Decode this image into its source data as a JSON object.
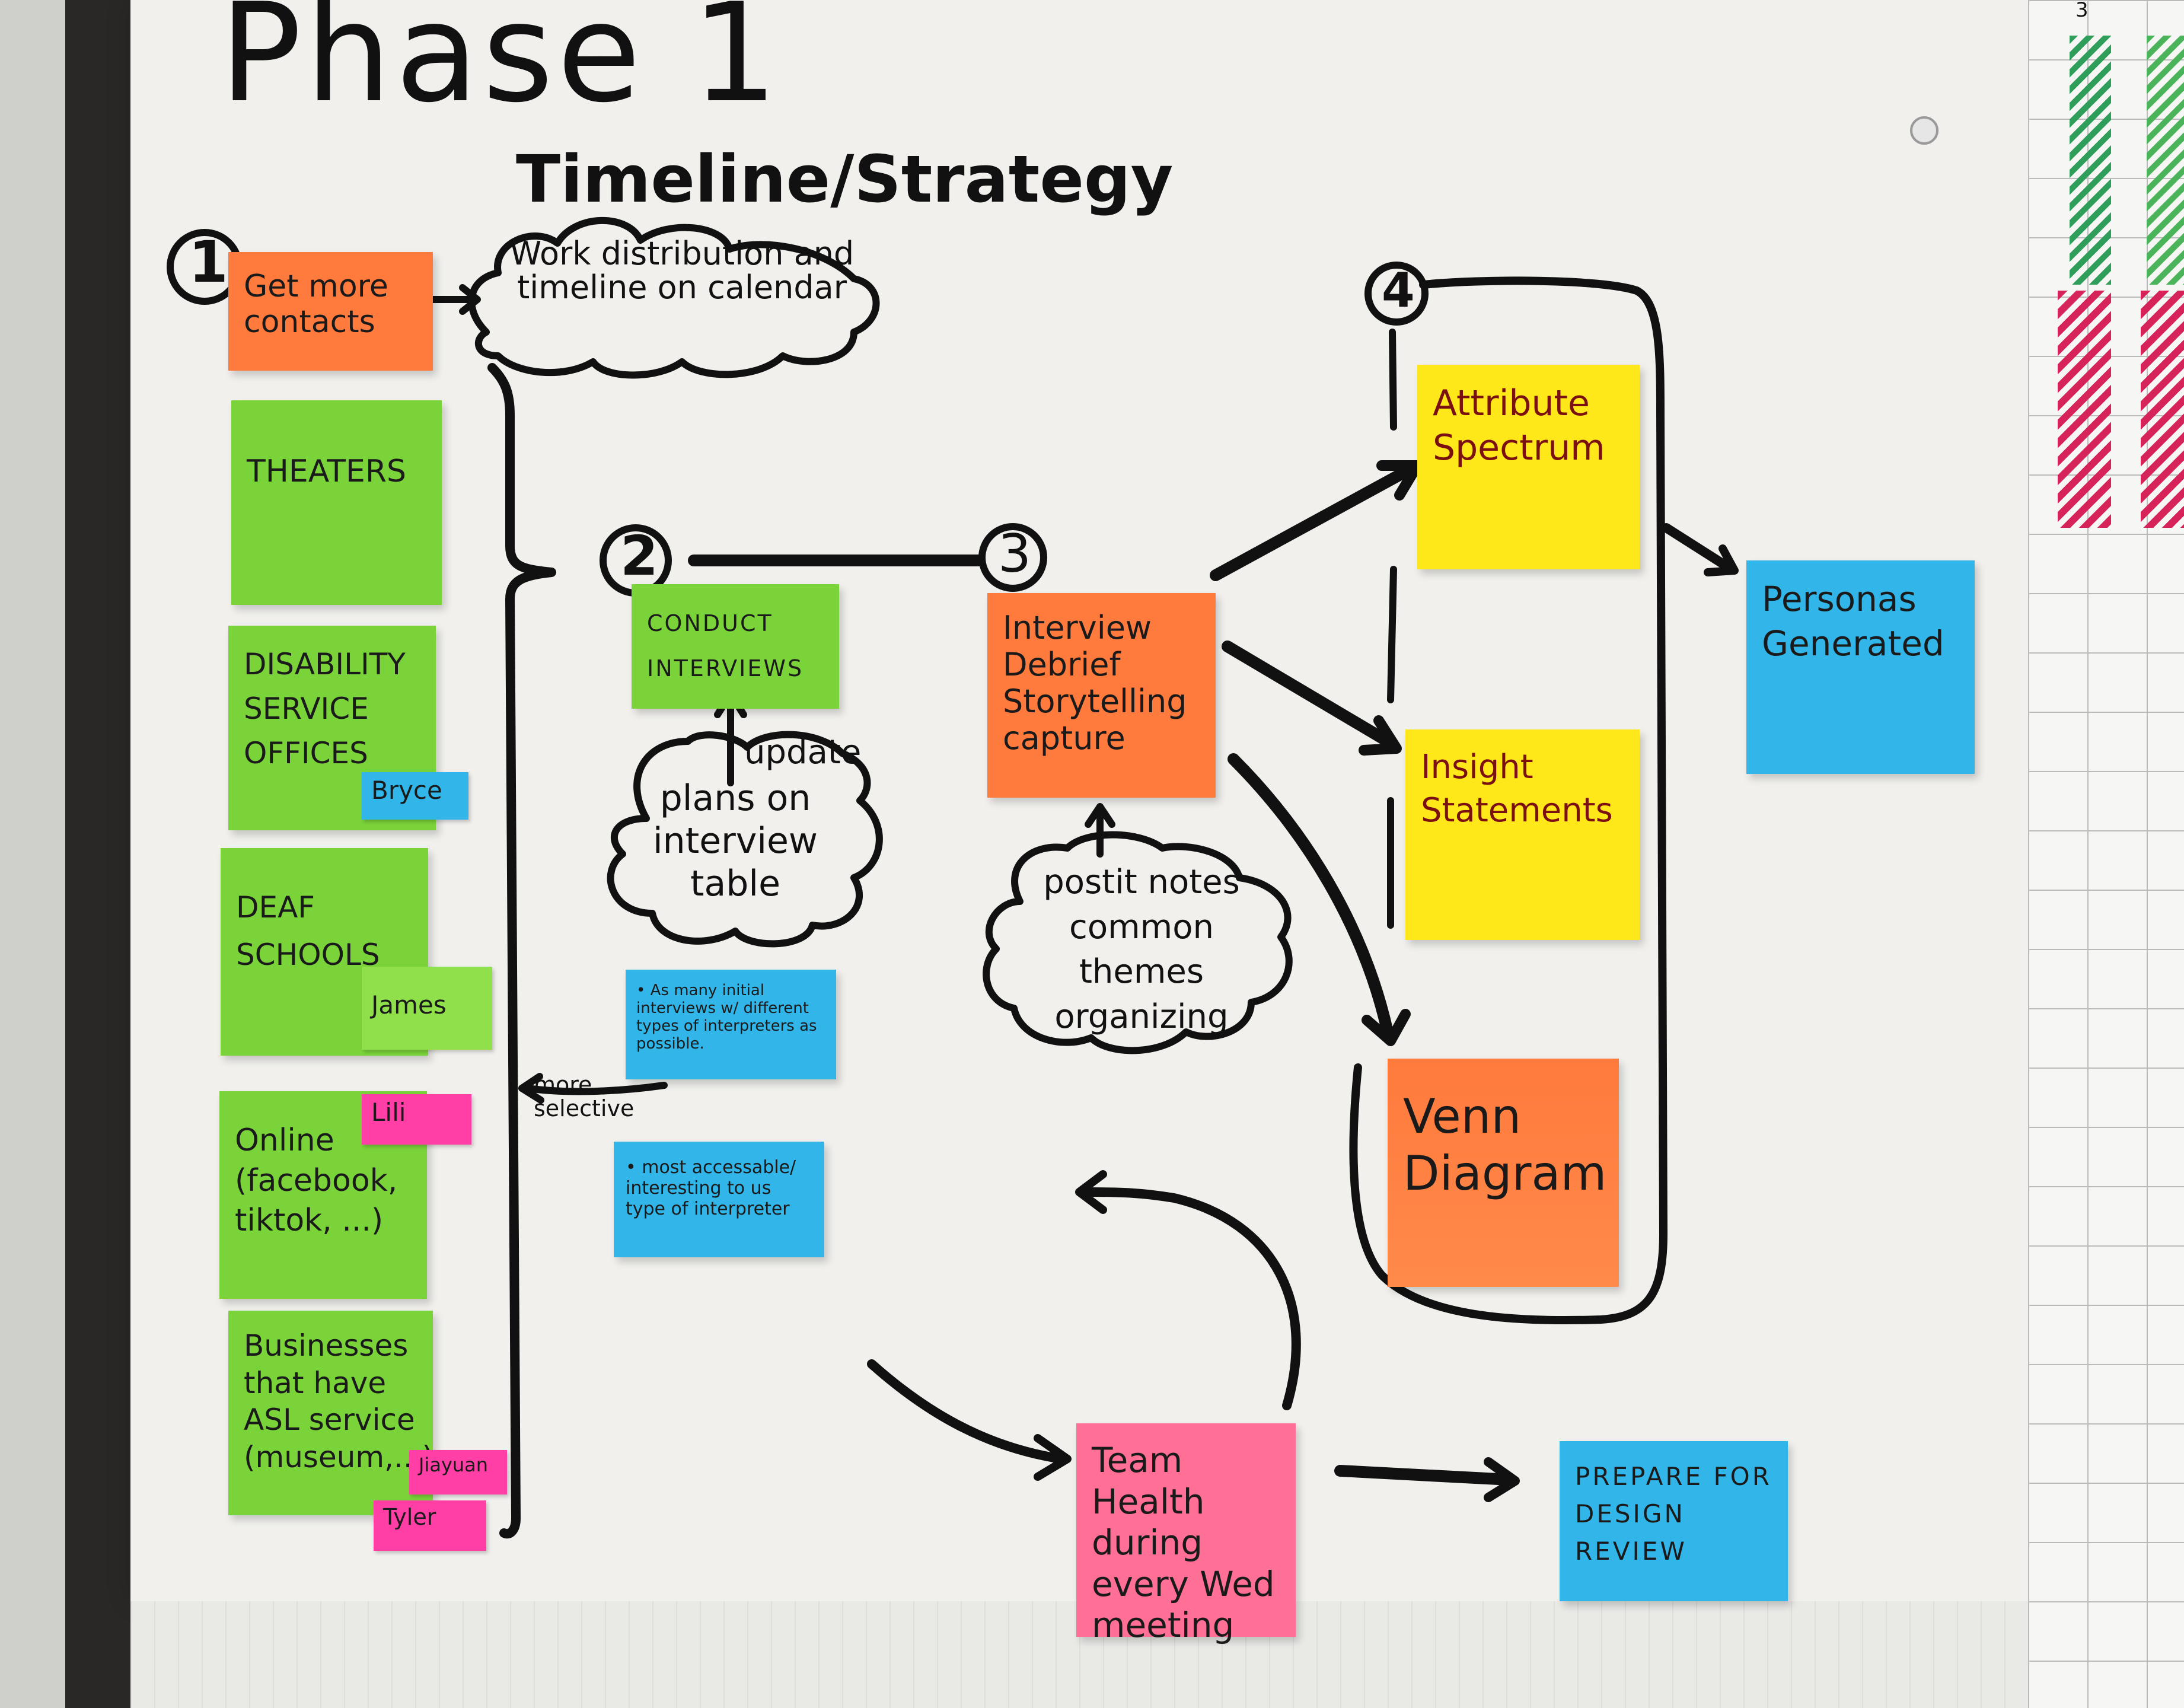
{
  "board": {
    "title": "Phase 1",
    "subtitle": "Timeline/Strategy",
    "step_numbers": [
      "1",
      "2",
      "3",
      "4"
    ]
  },
  "step1": {
    "header_note": "Get more contacts",
    "cloud": "Work distribution and timeline on calendar",
    "contacts": [
      {
        "text": "THEATERS"
      },
      {
        "text": "DISABILITY SERVICE OFFICES",
        "tag": "Bryce"
      },
      {
        "text": "DEAF SCHOOLS",
        "tag": "James"
      },
      {
        "text": "Online (facebook, tiktok, ...)",
        "tag": "Lili"
      },
      {
        "text": "Businesses that have ASL service (museum,...)",
        "tag": "Jiayuan",
        "tag2": "Tyler"
      }
    ],
    "more_selective": "more selective"
  },
  "step2": {
    "note": "CONDUCT INTERVIEWS",
    "update_label": "update",
    "cloud": "plans on interview table",
    "blue_note_1": "• As many initial interviews w/ different types of interpreters as possible.",
    "blue_note_2": "• most accessable/ interesting to us type of interpreter"
  },
  "step3": {
    "note": "Interview Debrief Storytelling capture",
    "cloud": "postit notes common themes organizing"
  },
  "step4": {
    "notes": [
      "Attribute Spectrum",
      "Insight Statements",
      "Venn Diagram"
    ],
    "result": "Personas Generated"
  },
  "bottom": {
    "team_health": "Team Health during every Wed meeting",
    "prepare": "PREPARE FOR DESIGN REVIEW"
  },
  "side_sheet": {
    "label": "3"
  },
  "colors": {
    "green": "#7bd33a",
    "orange": "#ff7a3d",
    "yellow": "#ffe81a",
    "blue": "#32b6ea",
    "pink": "#ff6f96",
    "magenta": "#ff3fa6",
    "ink": "#111111"
  }
}
